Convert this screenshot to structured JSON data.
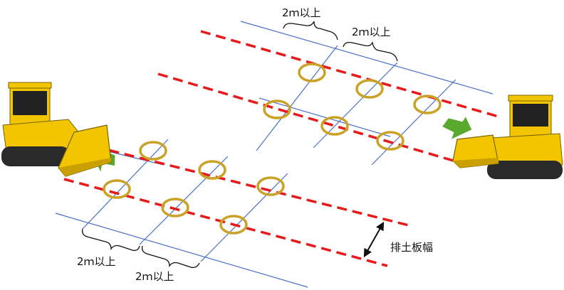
{
  "labels": {
    "spacing_top_1": "2ｍ以上",
    "spacing_top_2": "2ｍ以上",
    "spacing_bottom_1": "2ｍ以上",
    "spacing_bottom_2": "2ｍ以上",
    "blade_width": "排土板幅"
  },
  "colors": {
    "grid_line": "#4a6fc9",
    "pass_line": "#e8191a",
    "checkpoint": "#c9a227",
    "arrow": "#5aa82e",
    "dozer_body": "#f2c500",
    "dozer_dark": "#222222"
  },
  "icons": [
    "bulldozer-left",
    "bulldozer-right",
    "push-direction-arrow",
    "checkpoint-ring",
    "blade-width-arrow"
  ]
}
